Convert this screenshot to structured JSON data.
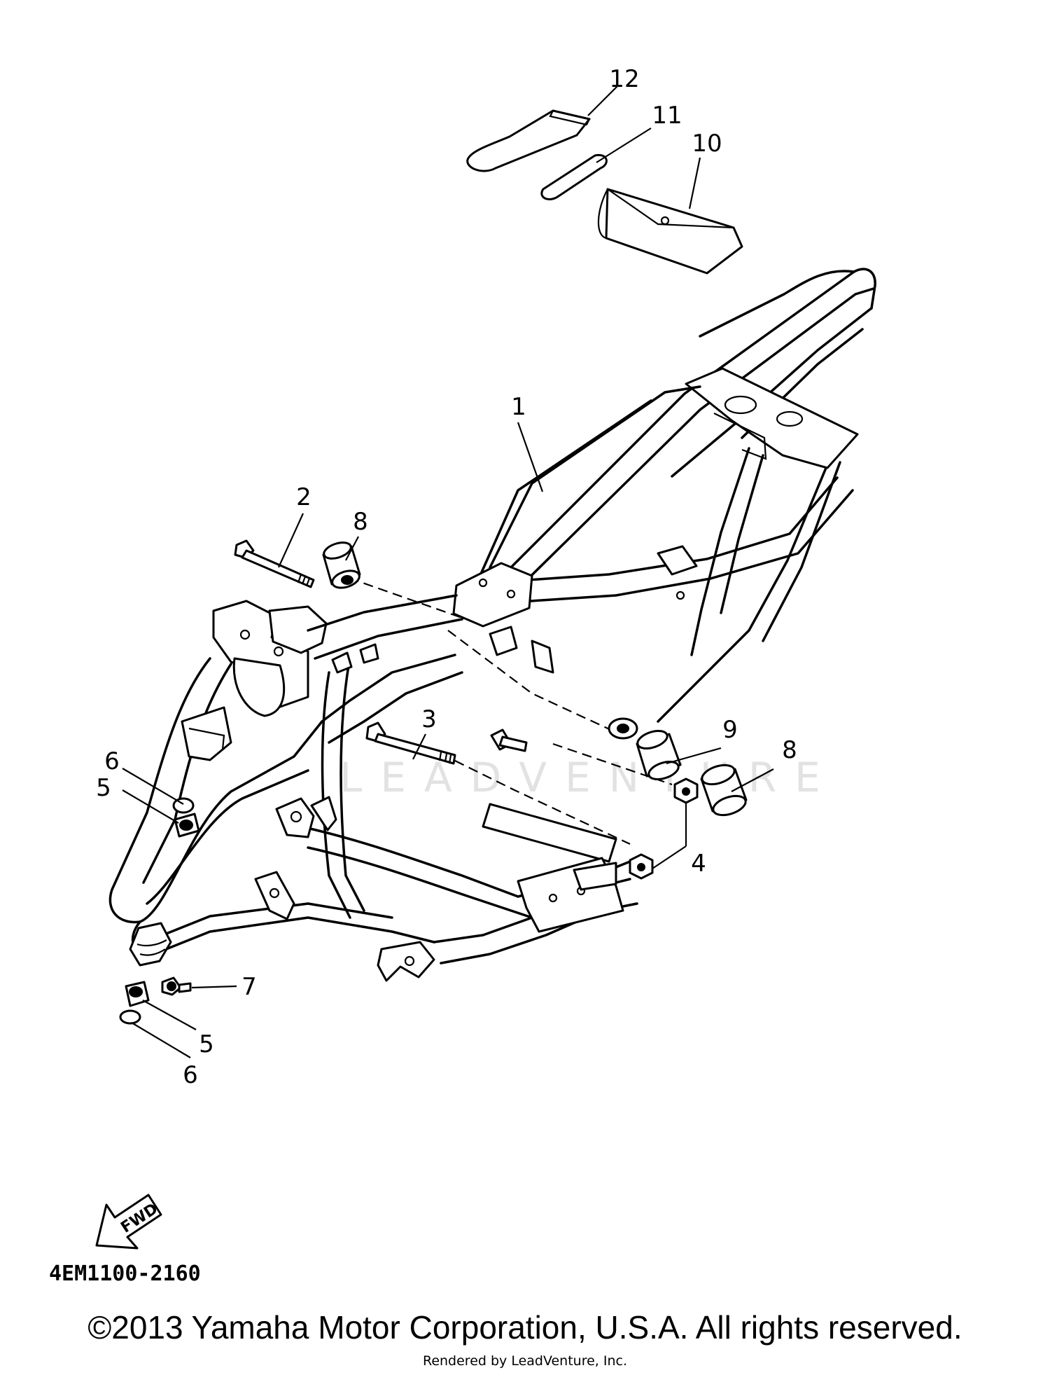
{
  "diagram": {
    "callouts": [
      "1",
      "2",
      "3",
      "4",
      "5",
      "5",
      "6",
      "6",
      "7",
      "8",
      "8",
      "9",
      "10",
      "11",
      "12"
    ],
    "watermark": "LEADVENTURE",
    "fwd_label": "FWD",
    "part_code": "4EM1100-2160"
  },
  "footer": {
    "copyright": "©2013 Yamaha Motor Corporation, U.S.A. All rights reserved.",
    "rendered_by": "Rendered by LeadVenture, Inc."
  }
}
